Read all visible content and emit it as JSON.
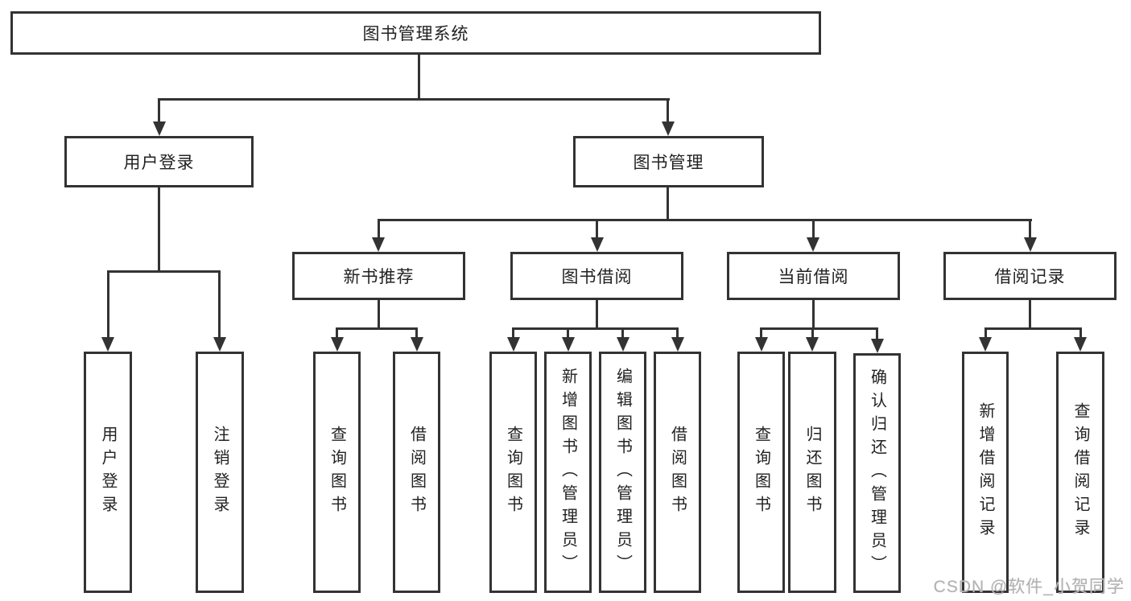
{
  "nodes": {
    "root": "图书管理系统",
    "user_login": "用户登录",
    "book_management": "图书管理",
    "new_book_recommend": "新书推荐",
    "book_borrow": "图书借阅",
    "current_borrow": "当前借阅",
    "borrow_records": "借阅记录",
    "leaf_user_login": "用户登录",
    "leaf_logout": "注销登录",
    "leaf_rec_query_books": "查询图书",
    "leaf_rec_borrow_books": "借阅图书",
    "leaf_bb_query_books": "查询图书",
    "leaf_bb_add_books": "新增图书（管理员）",
    "leaf_bb_edit_books": "编辑图书（管理员）",
    "leaf_bb_borrow_books": "借阅图书",
    "leaf_cb_query_books": "查询图书",
    "leaf_cb_return_books": "归还图书",
    "leaf_cb_confirm_return": "确认归还（管理员）",
    "leaf_br_add_record": "新增借阅记录",
    "leaf_br_query_record": "查询借阅记录"
  },
  "watermark": "CSDN @软件_小贺同学",
  "colors": {
    "line": "#333333",
    "text": "#222222",
    "watermark": "#b3b3b3",
    "background": "#ffffff"
  }
}
